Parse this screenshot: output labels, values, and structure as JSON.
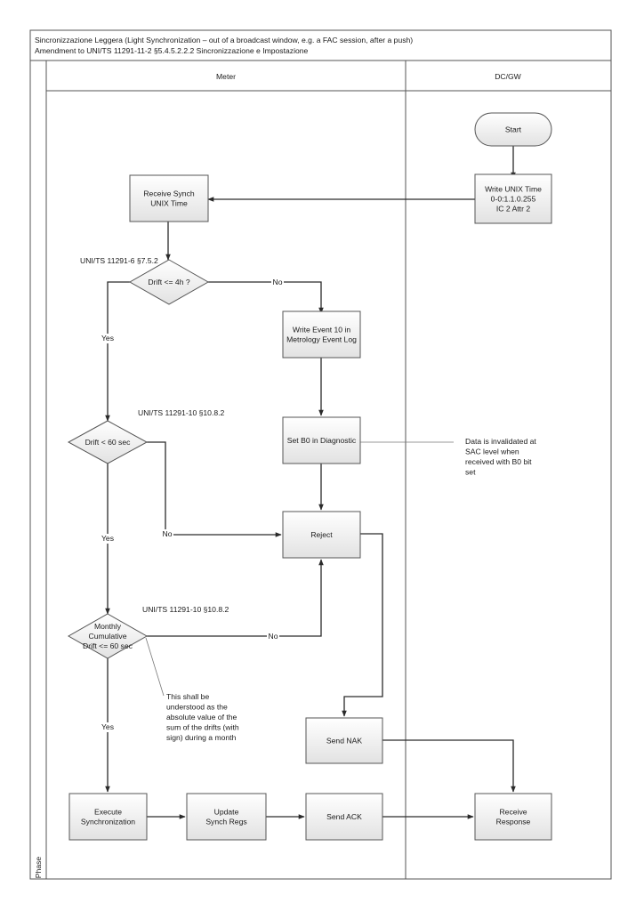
{
  "header": {
    "title_line1": "Sincronizzazione Leggera (Light Synchronization – out of a broadcast window, e.g. a FAC session, after a push)",
    "title_line2": "Amendment to UNI/TS 11291-11-2 §5.4.5.2.2.2 Sincronizzazione e Impostazione"
  },
  "lanes": {
    "meter": "Meter",
    "dcgw": "DC/GW",
    "phase": "Phase"
  },
  "nodes": {
    "start": [
      "Start"
    ],
    "write_unix": [
      "Write UNIX Time",
      "0-0:1.1.0.255",
      "IC 2 Attr 2"
    ],
    "receive_synch": [
      "Receive Synch",
      "UNIX Time"
    ],
    "drift4h": [
      "Drift <= 4h ?"
    ],
    "write_event": [
      "Write Event 10 in",
      "Metrology Event Log"
    ],
    "drift60": [
      "Drift < 60 sec"
    ],
    "set_b0": [
      "Set B0 in Diagnostic"
    ],
    "reject": [
      "Reject"
    ],
    "monthly": [
      "Monthly",
      "Cumulative",
      "Drift <= 60  sec"
    ],
    "send_nak": [
      "Send NAK"
    ],
    "execute": [
      "Execute",
      "Synchronization"
    ],
    "update": [
      "Update",
      "Synch Regs"
    ],
    "send_ack": [
      "Send ACK"
    ],
    "receive_resp": [
      "Receive",
      "Response"
    ]
  },
  "labels": {
    "ref_drift4h": "UNI/TS 11291-6 §7.5.2",
    "ref_drift60": "UNI/TS 11291-10 §10.8.2",
    "ref_monthly": "UNI/TS 11291-10 §10.8.2",
    "no1": "No",
    "yes1": "Yes",
    "no2": "No",
    "yes2": "Yes",
    "no3": "No",
    "yes3": "Yes"
  },
  "annotations": {
    "b0_note": [
      "Data is invalidated at",
      "SAC level when",
      "received with B0 bit",
      "set"
    ],
    "monthly_note": [
      "This shall be",
      "understood as the",
      "absolute value of the",
      "sum of the drifts (with",
      "sign) during a month"
    ]
  }
}
